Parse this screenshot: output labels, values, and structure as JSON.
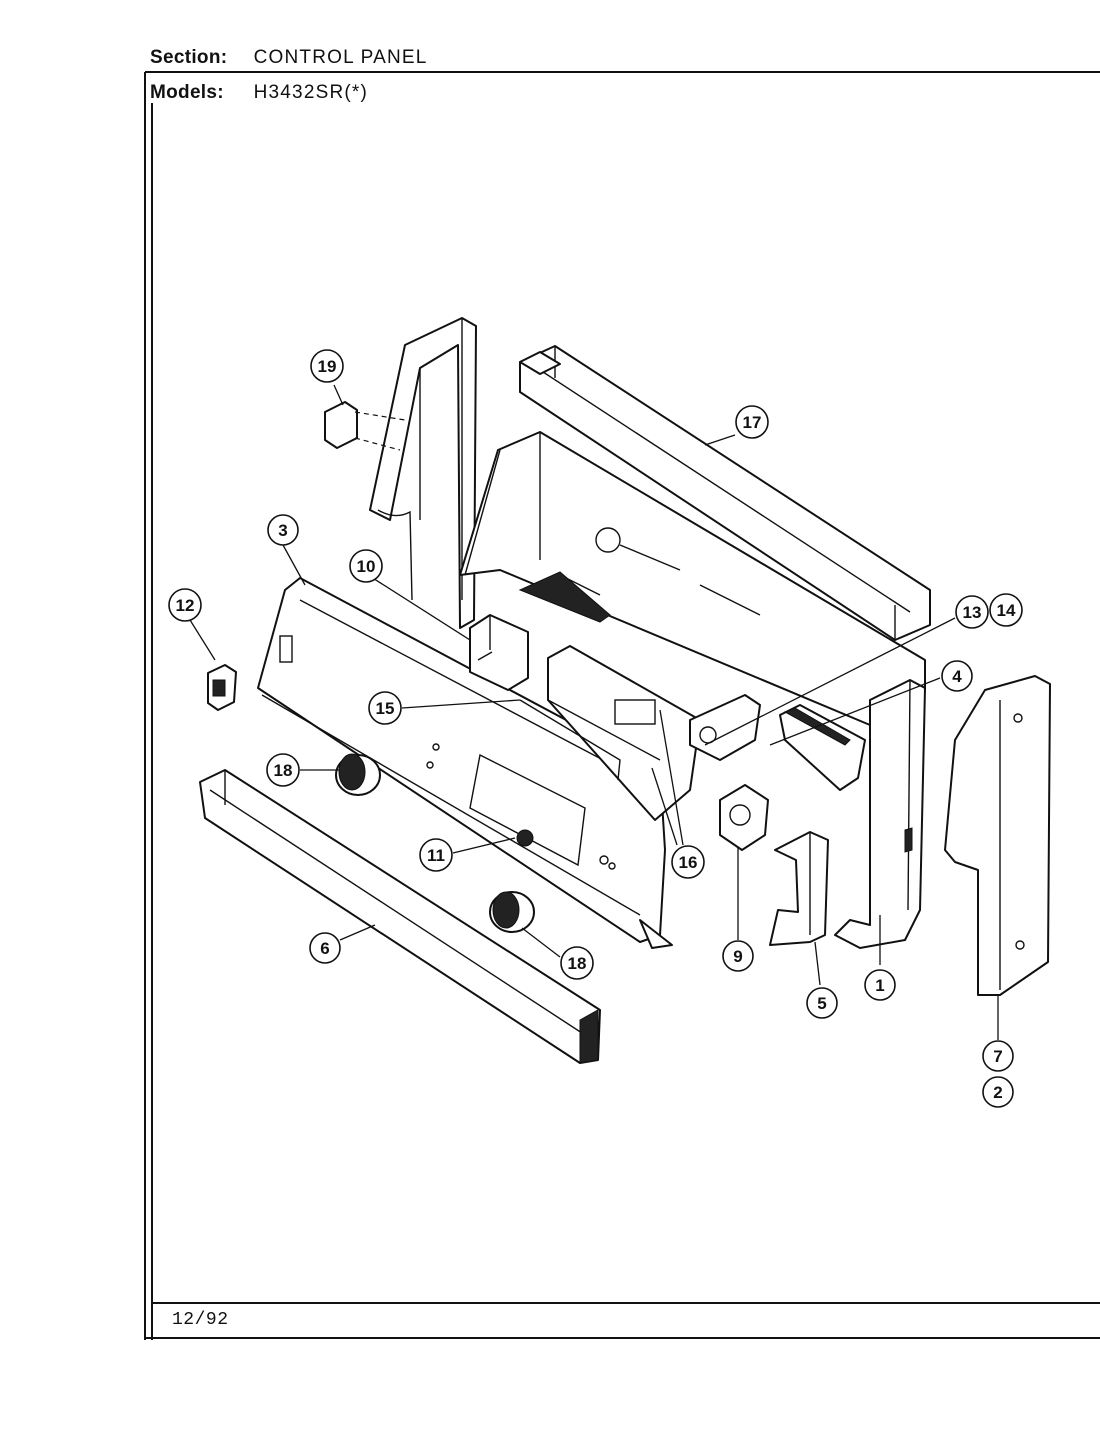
{
  "header": {
    "section_label": "Section:",
    "section_value": "CONTROL PANEL",
    "models_label": "Models:",
    "models_value": "H3432SR(*)"
  },
  "footer": {
    "date": "12/92"
  },
  "callouts": [
    "1",
    "2",
    "3",
    "4",
    "5",
    "6",
    "7",
    "9",
    "10",
    "11",
    "12",
    "13",
    "14",
    "15",
    "16",
    "17",
    "18",
    "18",
    "19"
  ]
}
